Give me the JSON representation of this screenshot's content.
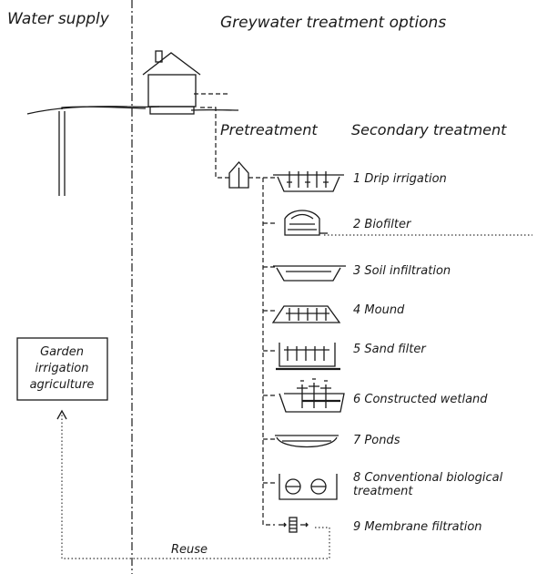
{
  "headers": {
    "water_supply": "Water supply",
    "greywater_options": "Greywater treatment options",
    "pretreatment": "Pretreatment",
    "secondary_treatment": "Secondary treatment"
  },
  "reuse_box": {
    "line1": "Garden",
    "line2": "irrigation",
    "line3": "agriculture"
  },
  "reuse_label": "Reuse",
  "options": [
    {
      "label": "1 Drip irrigation"
    },
    {
      "label": "2 Biofilter"
    },
    {
      "label": "3 Soil infiltration"
    },
    {
      "label": "4 Mound"
    },
    {
      "label": "5 Sand filter"
    },
    {
      "label": "6 Constructed wetland"
    },
    {
      "label": "7 Ponds"
    },
    {
      "label": "8 Conventional biological",
      "label2": "treatment"
    },
    {
      "label": "9 Membrane filtration"
    }
  ]
}
